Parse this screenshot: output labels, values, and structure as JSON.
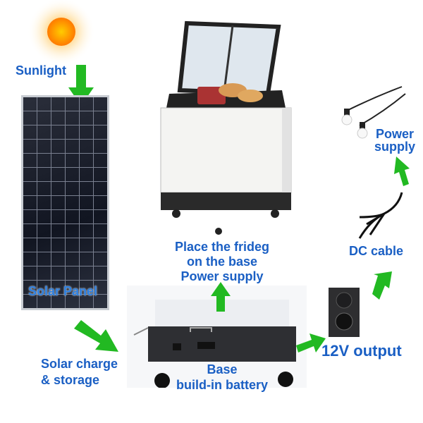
{
  "labels": {
    "sunlight": "Sunlight",
    "solar_panel": "Solar Panel",
    "solar_charge_line1": "Solar charge",
    "solar_charge_line2": "& storage",
    "fridge_line1": "Place the frideg",
    "fridge_line2": "on the base",
    "fridge_line3": "Power supply",
    "base_line1": "Base",
    "base_line2": "build-in battery",
    "output": "12V output",
    "dc_cable": "DC cable",
    "power_supply_line1": "Power",
    "power_supply_line2": "supply"
  },
  "colors": {
    "text": "#1a5fc4",
    "arrow": "#22b922"
  }
}
